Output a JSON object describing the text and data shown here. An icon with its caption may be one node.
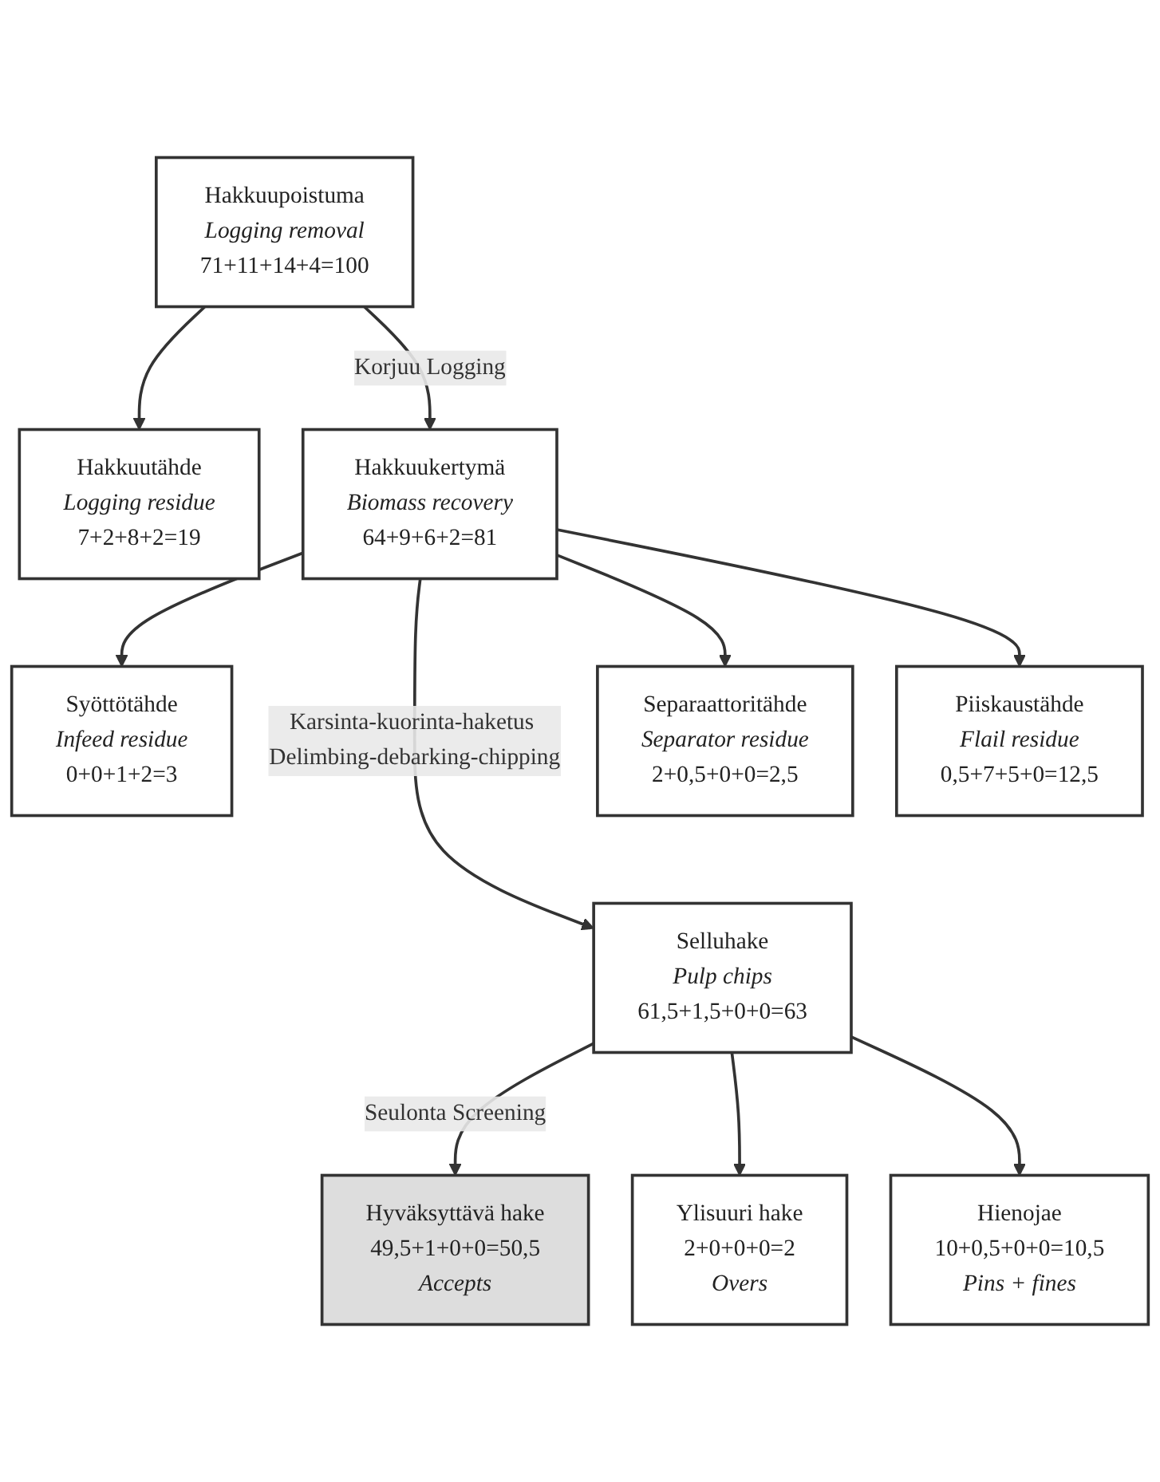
{
  "diagram": {
    "nodes": [
      {
        "text": [
          "Hakkuupoistuma",
          "Logging removal",
          "71+11+14+4=100"
        ]
      },
      {
        "text": [
          "Hakkuutähde",
          "Logging residue",
          "7+2+8+2=19"
        ]
      },
      {
        "text": [
          "Hakkuukertymä",
          "Biomass recovery",
          "64+9+6+2=81"
        ]
      },
      {
        "text": [
          "Syöttötähde",
          "Infeed residue",
          "0+0+1+2=3"
        ]
      },
      {
        "text": [
          "Piiskaustähde",
          "Flail residue",
          "0,5+7+5+0=12,5"
        ]
      },
      {
        "text": [
          "Separaattoritähde",
          "Separator residue",
          "2+0,5+0+0=2,5"
        ]
      },
      {
        "text": [
          "Selluhake",
          "Pulp chips",
          "61,5+1,5+0+0=63"
        ]
      },
      {
        "text": [
          "Hyväksyttävä hake",
          "49,5+1+0+0=50,5",
          "Accepts"
        ]
      },
      {
        "text": [
          "Ylisuuri hake",
          "2+0+0+0=2",
          "Overs"
        ]
      },
      {
        "text": [
          "Hienojae",
          "10+0,5+0+0=10,5",
          "Pins + fines"
        ]
      }
    ],
    "edges": [
      {
        "from": 0,
        "to": 1,
        "arrow": "to"
      },
      {
        "from": 0,
        "to": 2,
        "arrow": "to",
        "label": "Korjuu Logging"
      },
      {
        "from": 2,
        "to": 3,
        "arrow": "to"
      },
      {
        "from": 2,
        "to": 4,
        "arrow": "to"
      },
      {
        "from": 2,
        "to": 5,
        "arrow": "to"
      },
      {
        "from": 2,
        "to": 6,
        "arrow": "to",
        "label": "Karsinta-kuorinta-haketus Delimbing-debarking-chipping"
      },
      {
        "from": 6,
        "to": 7,
        "arrow": "to",
        "label": "Seulonta Screening"
      },
      {
        "from": 6,
        "to": 8,
        "arrow": "to"
      },
      {
        "from": 6,
        "to": 9,
        "arrow": "to"
      }
    ]
  }
}
